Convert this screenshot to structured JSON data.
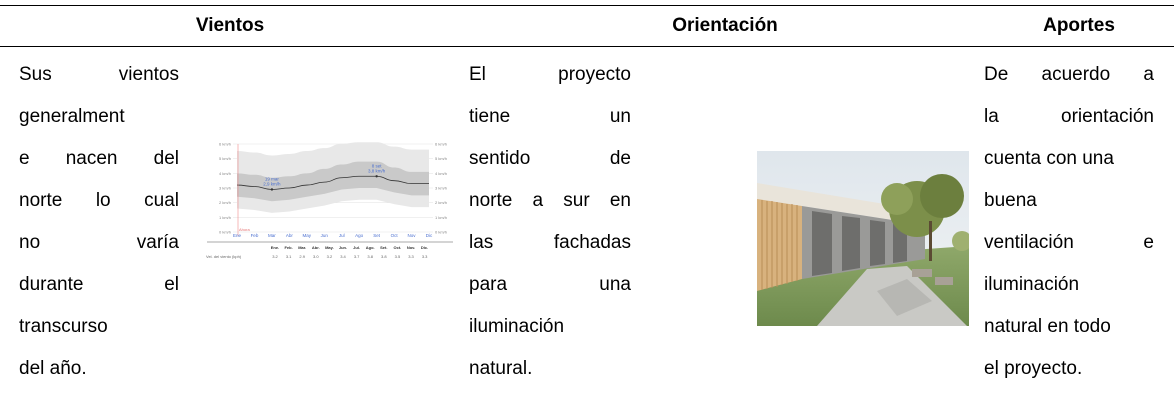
{
  "table": {
    "headers": {
      "vientos": "Vientos",
      "orientacion": "Orientación",
      "aportes": "Aportes"
    },
    "vientos_lines": [
      "Sus vientos",
      "generalment",
      "e nacen del",
      "norte lo cual",
      "no varía",
      "durante el",
      "transcurso",
      "del año."
    ],
    "orientacion_lines": [
      "El proyecto",
      "tiene un",
      "sentido de",
      "norte a sur en",
      "las fachadas",
      "para una",
      "iluminación",
      "natural."
    ],
    "aportes_lines": [
      "De acuerdo a",
      "la orientación",
      "cuenta con una",
      "buena",
      "ventilación e",
      "iluminación",
      "natural en todo",
      "el proyecto."
    ]
  },
  "chart_data": {
    "type": "area",
    "x": [
      "Ene",
      "Feb",
      "Mar",
      "Abr",
      "May",
      "Jun",
      "Jul",
      "Ago",
      "Set",
      "Oct",
      "Nov",
      "Dic"
    ],
    "yticks": [
      "0 km/h",
      "1 km/h",
      "2 km/h",
      "3 km/h",
      "4 km/h",
      "5 km/h",
      "6 km/h"
    ],
    "ylim": [
      0,
      6
    ],
    "mean": [
      3.2,
      3.1,
      2.9,
      3.0,
      3.2,
      3.4,
      3.7,
      3.8,
      3.8,
      3.5,
      3.3,
      3.3
    ],
    "band_25_75": {
      "low": [
        2.4,
        2.3,
        2.1,
        2.2,
        2.4,
        2.6,
        2.9,
        3.0,
        3.0,
        2.7,
        2.5,
        2.5
      ],
      "high": [
        4.0,
        3.9,
        3.7,
        3.8,
        4.0,
        4.3,
        4.6,
        4.8,
        4.8,
        4.4,
        4.1,
        4.1
      ]
    },
    "band_10_90": {
      "low": [
        1.6,
        1.5,
        1.3,
        1.4,
        1.6,
        1.8,
        2.1,
        2.2,
        2.2,
        1.9,
        1.7,
        1.7
      ]
    },
    "annotations": [
      {
        "date": "19 mar",
        "value_label": "2,9 km/h",
        "x": "Mar",
        "y": 2.9
      },
      {
        "date": "8 set",
        "value_label": "3,8 km/h",
        "x": "Set",
        "y": 3.8
      },
      {
        "label": "Ahora",
        "x": "Ene"
      }
    ],
    "table": {
      "columns": [
        "Ene.",
        "Feb.",
        "Mar.",
        "Abr.",
        "May.",
        "Jun.",
        "Jul.",
        "Ago.",
        "Set.",
        "Oct.",
        "Nov.",
        "Dic."
      ],
      "row_label": "Vel. del viento (kph)",
      "values": [
        "3.2",
        "3.1",
        "2.9",
        "3.0",
        "3.2",
        "3.4",
        "3.7",
        "3.8",
        "3.8",
        "3.5",
        "3.3",
        "3.3"
      ]
    }
  }
}
